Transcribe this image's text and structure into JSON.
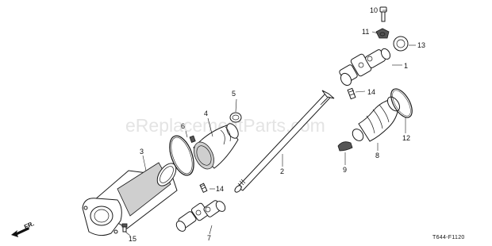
{
  "watermark": "eReplacementParts.com",
  "direction_label": "FR.",
  "diagram_code": "T644-F1120",
  "callouts": {
    "c1": "1",
    "c2": "2",
    "c3": "3",
    "c4": "4",
    "c5": "5",
    "c6": "6",
    "c7": "7",
    "c8": "8",
    "c9": "9",
    "c10": "10",
    "c11": "11",
    "c12": "12",
    "c13": "13",
    "c14a": "14",
    "c14b": "14",
    "c15": "15"
  }
}
